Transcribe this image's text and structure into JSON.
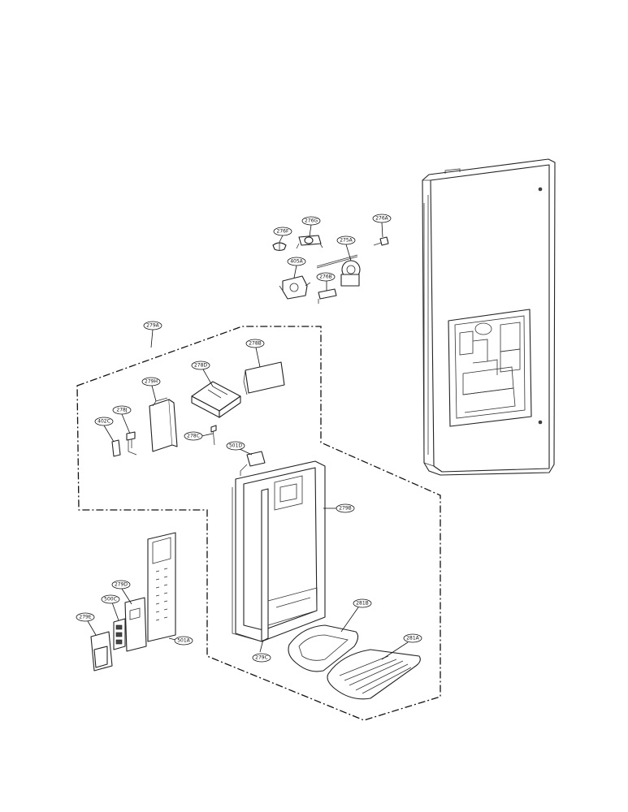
{
  "callouts": {
    "c276F": "276F",
    "c276G": "276G",
    "c276A": "276A",
    "c275A": "275A",
    "c405A": "405A",
    "c276B": "276B",
    "c279A": "279A",
    "c278B": "278B",
    "c278D": "278D",
    "c279H": "279H",
    "c278J": "278J",
    "c402C": "402C",
    "c278C": "278C",
    "c501D": "501D",
    "c279B": "279B",
    "c279D": "279D",
    "c500C": "500C",
    "c279E": "279E",
    "c501A": "501A",
    "c281B": "281B",
    "c281A": "281A",
    "c279C": "279C"
  }
}
